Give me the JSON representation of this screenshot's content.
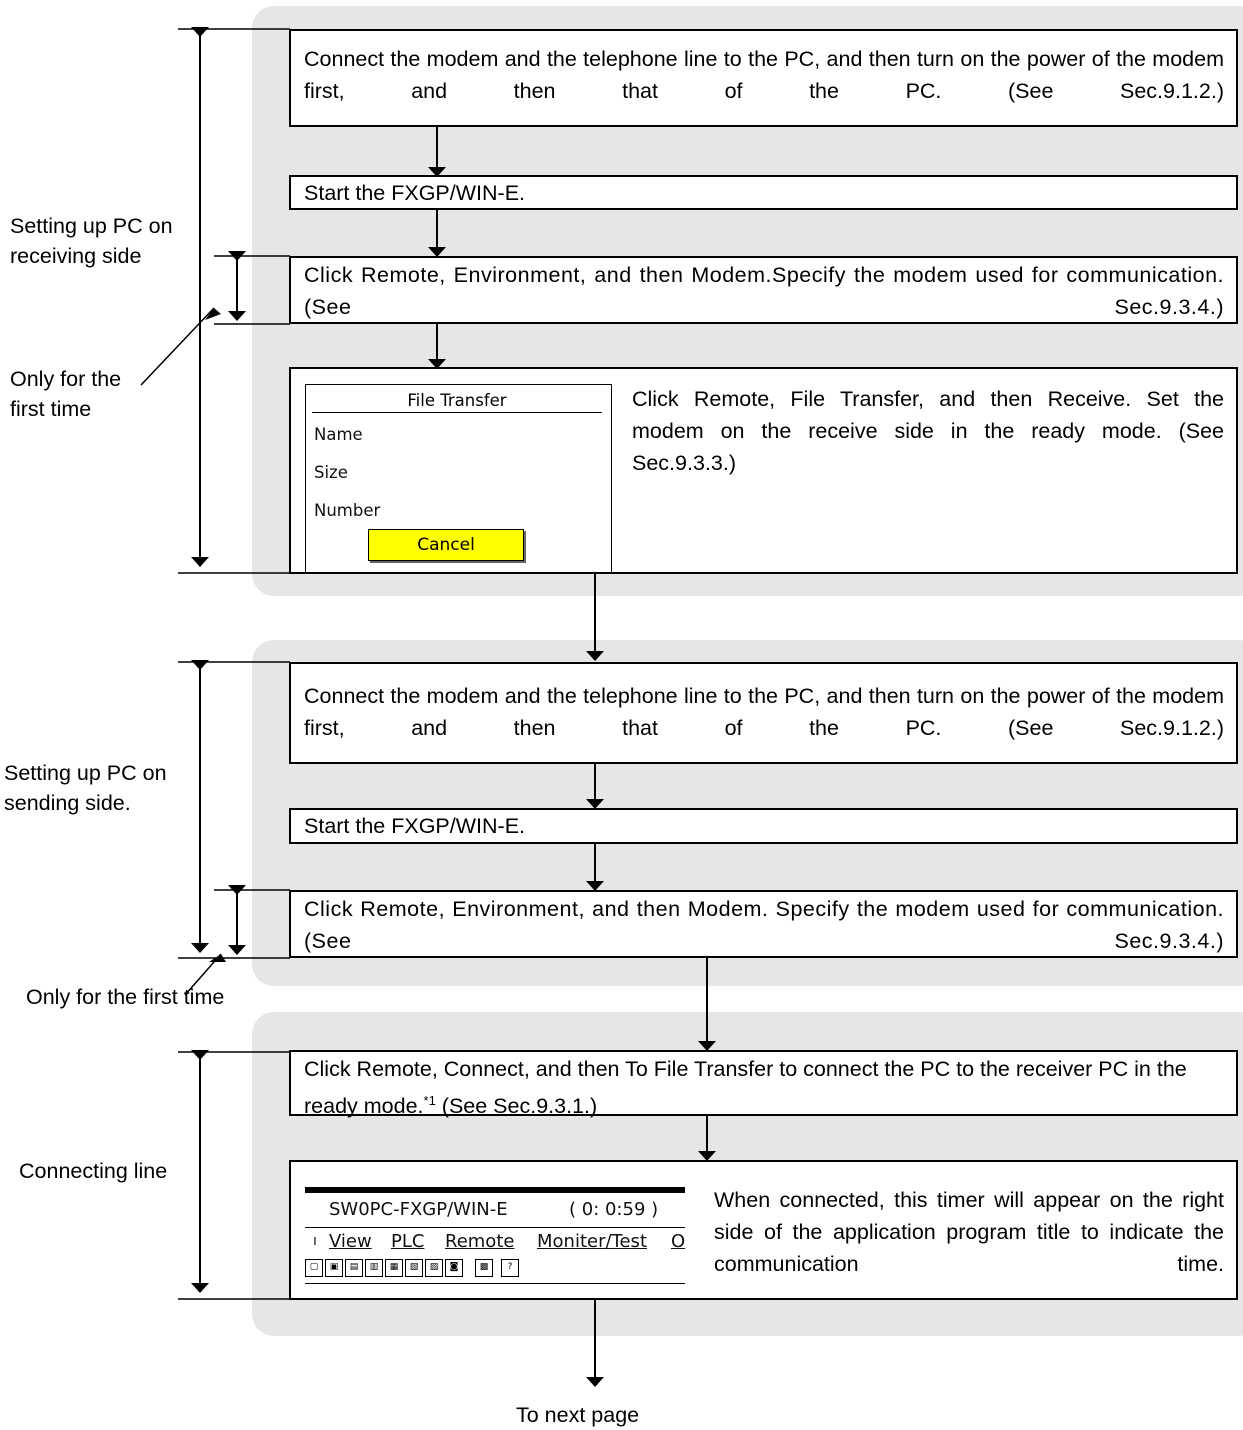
{
  "step1": {
    "connect_text": "Connect the modem and the telephone line to the PC, and then turn on the power of the modem first, and then that of the PC. (See Sec.9.1.2.)",
    "start_text": "Start the FXGP/WIN-E.",
    "modem_text": "Click Remote, Environment, and then Modem.Specify the modem used for communication. (See Sec.9.3.4.)",
    "receive_text": "Click Remote, File Transfer, and then Receive. Set the modem on the receive side in the ready mode. (See Sec.9.3.3.)",
    "side_label": "Setting up PC on receiving side",
    "first_time_label": "Only for the first time"
  },
  "file_transfer_dialog": {
    "title": "File Transfer",
    "name_label": "Name",
    "size_label": "Size",
    "number_label": "Number",
    "cancel_label": "Cancel",
    "cancel_color": "#ffff00"
  },
  "step2": {
    "connect_text": "Connect the modem and the telephone line to the PC, and then turn on the power of the modem first, and then that of the PC. (See Sec.9.1.2.)",
    "start_text": "Start the FXGP/WIN-E.",
    "modem_text": "Click Remote, Environment, and then Modem. Specify the modem used for communication. (See Sec.9.3.4.)",
    "side_label": "Setting up PC on sending side.",
    "first_time_label": "Only for the first time"
  },
  "step3": {
    "connect_text": "Click Remote, Connect, and then To File Transfer to connect the PC to the receiver PC in the ready mode.",
    "footnote_mark": "*1",
    "connect_ref": " (See Sec.9.3.1.)",
    "timer_text": "When connected, this timer will appear on the right side of the application program title to indicate the communication time.",
    "side_label": "Connecting line"
  },
  "app_window": {
    "title": "SW0PC-FXGP/WIN-E",
    "timer": "( 0: 0:59 )",
    "menu": [
      "View",
      "PLC",
      "Remote",
      "Moniter/Test",
      "O"
    ]
  },
  "next_page_label": "To next page",
  "colors": {
    "panel": "#e6e6e6",
    "highlight": "#ffff00"
  }
}
